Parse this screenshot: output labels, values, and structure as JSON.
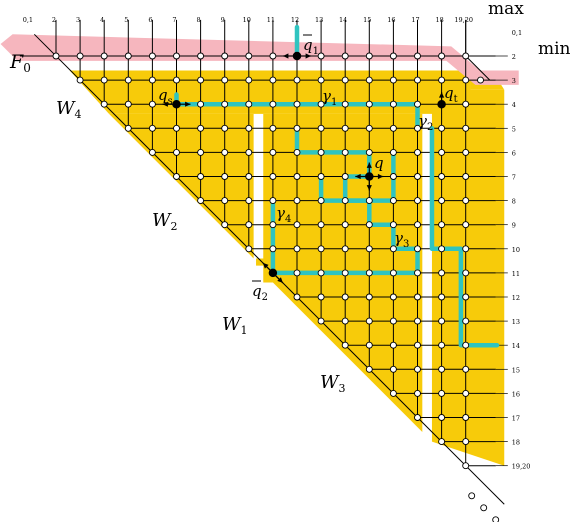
{
  "diagram": {
    "top_labels": [
      "0,1",
      "2",
      "3",
      "4",
      "5",
      "6",
      "7",
      "8",
      "9",
      "10",
      "11",
      "12",
      "13",
      "14",
      "15",
      "16",
      "17",
      "18",
      "19,20"
    ],
    "right_labels": [
      "0,1",
      "2",
      "3",
      "4",
      "5",
      "6",
      "7",
      "8",
      "9",
      "10",
      "11",
      "12",
      "13",
      "14",
      "15",
      "16",
      "17",
      "18",
      "19,20"
    ],
    "text": {
      "max": "max",
      "min": "min",
      "F0": "F",
      "F0_sub": "0",
      "W4": "W",
      "W4_sub": "4",
      "W2": "W",
      "W2_sub": "2",
      "W1": "W",
      "W1_sub": "1",
      "W3": "W",
      "W3_sub": "3",
      "q1bar": "q",
      "q1bar_sub": "1",
      "q2bar": "q",
      "q2bar_sub": "2",
      "qs": "q",
      "qs_sub": "s",
      "qt": "q",
      "qt_sub": "t",
      "q": "q",
      "gamma1": "γ",
      "gamma1_sub": "1",
      "gamma2": "γ",
      "gamma2_sub": "2",
      "gamma3": "γ",
      "gamma3_sub": "3",
      "gamma4": "γ",
      "gamma4_sub": "4"
    },
    "colors": {
      "region_fill": "#f7cb0a",
      "boundary_band": "#f6b6be",
      "path_color": "#2fc4c0",
      "grid_line": "#000000",
      "node_fill": "#ffffff"
    }
  }
}
